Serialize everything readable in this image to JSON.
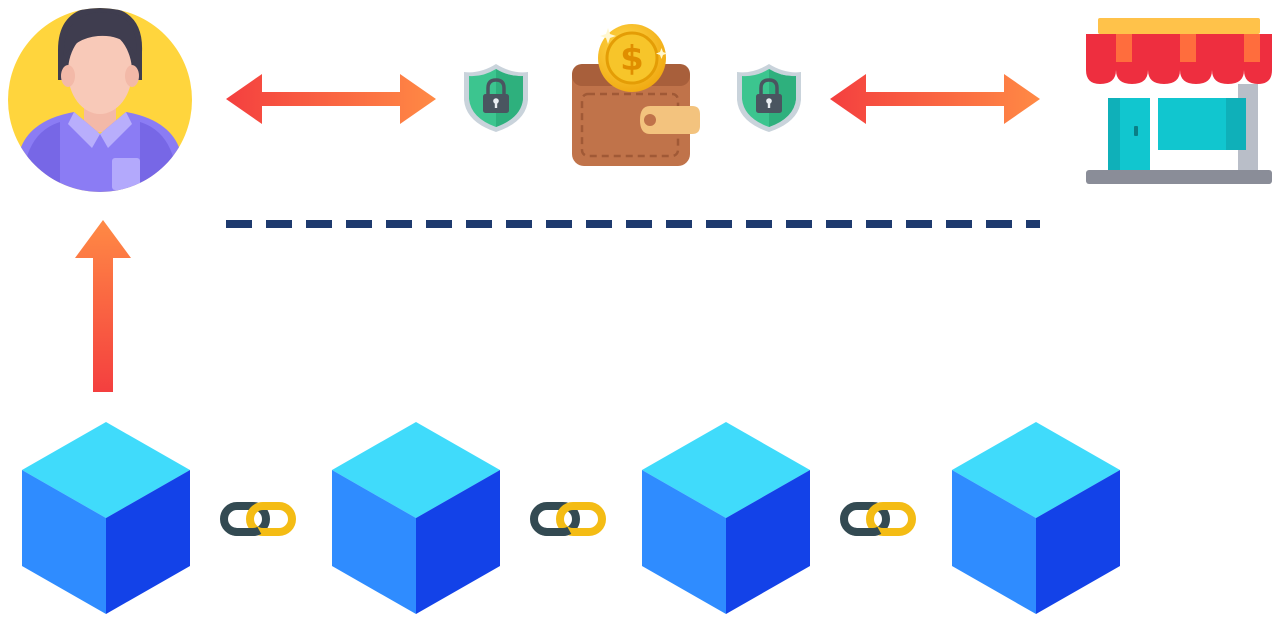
{
  "colors": {
    "background": "#ffffff",
    "arrow_start": "#f43f3f",
    "arrow_end": "#ff8a45",
    "dash_line": "#1e3a6e",
    "cube_top": "#40dbfb",
    "cube_left": "#2f8cff",
    "cube_right": "#1342e8",
    "shield_green": "#3cc58f",
    "shield_rim": "#c9d3db",
    "lock_body": "#4a5560",
    "wallet_brown": "#c0734a",
    "coin_gold": "#f6b816",
    "awning_red": "#ee2e3f",
    "shop_teal": "#11c6cf",
    "avatar_bg": "#ffd53d",
    "avatar_shirt": "#8b7cf4",
    "chain_dark": "#334a52",
    "chain_gold": "#f4bc14"
  },
  "nodes": [
    {
      "id": "user",
      "icon": "user-avatar-icon"
    },
    {
      "id": "left-shield",
      "icon": "shield-lock-icon"
    },
    {
      "id": "wallet",
      "icon": "wallet-coin-icon"
    },
    {
      "id": "right-shield",
      "icon": "shield-lock-icon"
    },
    {
      "id": "merchant",
      "icon": "storefront-icon"
    }
  ],
  "edges": [
    {
      "from": "user",
      "to": "left-shield",
      "type": "bidirectional-arrow"
    },
    {
      "from": "right-shield",
      "to": "merchant",
      "type": "bidirectional-arrow"
    },
    {
      "from": "blockchain",
      "to": "user",
      "type": "arrow-up"
    }
  ],
  "blockchain": {
    "block_count": 4,
    "link_icon": "chain-link-icon",
    "block_icon": "cube-block-icon"
  },
  "separator": {
    "style": "dashed"
  }
}
